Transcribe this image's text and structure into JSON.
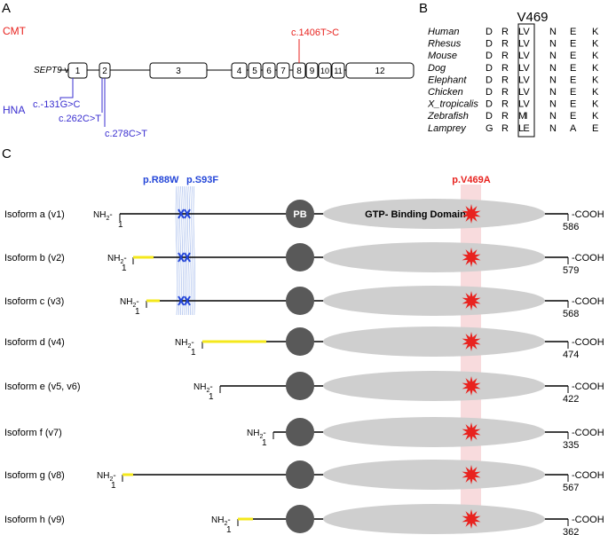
{
  "panels": {
    "a": "A",
    "b": "B",
    "c": "C"
  },
  "panel_a": {
    "cmt_label": "CMT",
    "hna_label": "HNA",
    "gene_label_italic": "SEPT9",
    "gene_label_suffix": " v1",
    "exons": [
      "1",
      "2",
      "3",
      "4",
      "5",
      "6",
      "7",
      "8",
      "9",
      "10",
      "11",
      "12"
    ],
    "cmt_mutation": "c.1406T>C",
    "hna_mutations": [
      "c.-131G>C",
      "c.262C>T",
      "c.278C>T"
    ]
  },
  "panel_b": {
    "position_label": "V469",
    "species": [
      {
        "name": "Human",
        "residues": [
          "D",
          "R",
          "L",
          "V",
          "N",
          "E",
          "K"
        ]
      },
      {
        "name": "Rhesus",
        "residues": [
          "D",
          "R",
          "L",
          "V",
          "N",
          "E",
          "K"
        ]
      },
      {
        "name": "Mouse",
        "residues": [
          "D",
          "R",
          "L",
          "V",
          "N",
          "E",
          "K"
        ]
      },
      {
        "name": "Dog",
        "residues": [
          "D",
          "R",
          "L",
          "V",
          "N",
          "E",
          "K"
        ]
      },
      {
        "name": "Elephant",
        "residues": [
          "D",
          "R",
          "L",
          "V",
          "N",
          "E",
          "K"
        ]
      },
      {
        "name": "Chicken",
        "residues": [
          "D",
          "R",
          "L",
          "V",
          "N",
          "E",
          "K"
        ]
      },
      {
        "name": "X_tropicalis",
        "residues": [
          "D",
          "R",
          "L",
          "V",
          "N",
          "E",
          "K"
        ]
      },
      {
        "name": "Zebrafish",
        "residues": [
          "D",
          "R",
          "M",
          "I",
          "N",
          "E",
          "K"
        ]
      },
      {
        "name": "Lamprey",
        "residues": [
          "G",
          "R",
          "L",
          "E",
          "N",
          "A",
          "E"
        ]
      }
    ]
  },
  "panel_c": {
    "mutation_hna_1": "p.R88W",
    "mutation_hna_2": "p.S93F",
    "mutation_cmt": "p.V469A",
    "pb_label": "PB",
    "gtp_label": "GTP- Binding Domain",
    "nh2_label": "NH",
    "nh2_sub": "2",
    "nh2_dash": "-",
    "cooh_label": "-COOH",
    "start_pos": "1",
    "isoforms": [
      {
        "name": "Isoform a (v1)",
        "length": "586"
      },
      {
        "name": "Isoform b (v2)",
        "length": "579"
      },
      {
        "name": "Isoform c (v3)",
        "length": "568"
      },
      {
        "name": "Isoform d (v4)",
        "length": "474"
      },
      {
        "name": "Isoform e (v5, v6)",
        "length": "422"
      },
      {
        "name": "Isoform f (v7)",
        "length": "335"
      },
      {
        "name": "Isoform g (v8)",
        "length": "567"
      },
      {
        "name": "Isoform h (v9)",
        "length": "362"
      }
    ]
  },
  "colors": {
    "cmt": "#e8231f",
    "hna": "#3a2fd0",
    "hna_bold": "#2446d8",
    "n_terminal_extension": "#f4e81c",
    "pb_circle": "#595959",
    "gtp_ellipse": "#cfcfcf",
    "highlight_band": "#f6cfd2",
    "cross_hatch": "#8aa6e6"
  }
}
